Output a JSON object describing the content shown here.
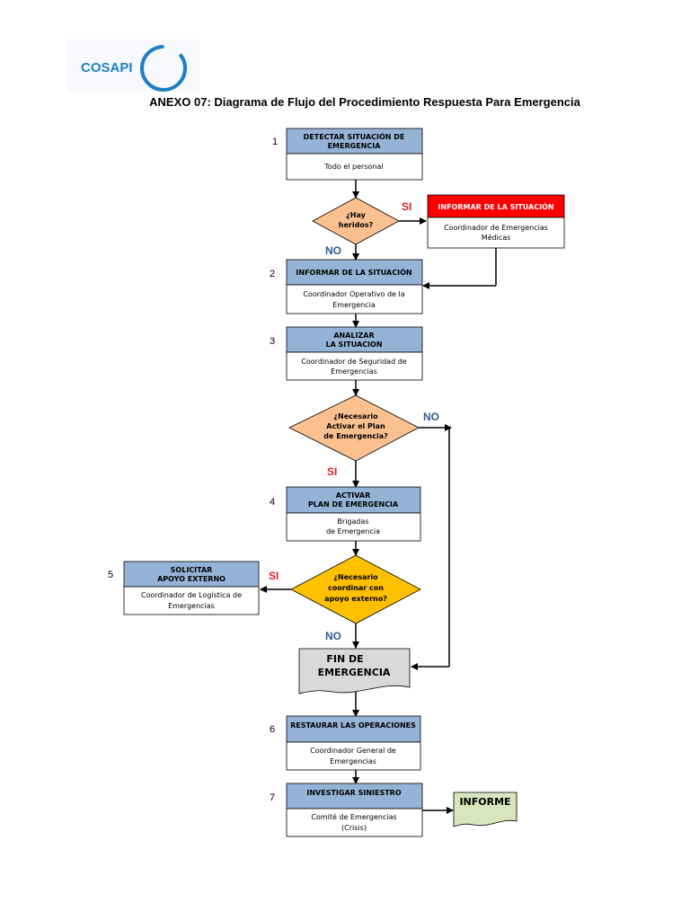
{
  "logo": {
    "text": "COSAPI",
    "ring_color": "#1e7fc4"
  },
  "title": "ANEXO 07: Diagrama de Flujo del Procedimiento Respuesta Para Emergencia",
  "colors": {
    "header_blue": "#95b3d7",
    "header_red": "#ff0000",
    "diamond_orange": "#fac090",
    "diamond_yellow": "#ffc000",
    "doc_gray": "#d9d9d9",
    "doc_green": "#d7e4bc",
    "si_red": "#e02020",
    "no_blue": "#2f5a8f"
  },
  "steps": {
    "s1": {
      "num": "1",
      "header": [
        "DETECTAR SITUACIÓN DE",
        "EMERGENCIA"
      ],
      "body": [
        "Todo el personal"
      ]
    },
    "informar_med": {
      "header": [
        "INFORMAR DE LA SITUACIÓN"
      ],
      "body": [
        "Coordinador de Emergencias",
        "Médicas"
      ]
    },
    "s2": {
      "num": "2",
      "header": [
        "INFORMAR DE LA SITUACIÓN"
      ],
      "body": [
        "Coordinador Operativo de la",
        "Emergencia"
      ]
    },
    "s3": {
      "num": "3",
      "header": [
        "ANALIZAR",
        "LA SITUACION"
      ],
      "body": [
        "Coordinador de Seguridad de",
        "Emergencias"
      ]
    },
    "s4": {
      "num": "4",
      "header": [
        "ACTIVAR",
        "PLAN DE EMERGENCIA"
      ],
      "body": [
        "Brigadas",
        "de Emergencia"
      ]
    },
    "s5": {
      "num": "5",
      "header": [
        "SOLICITAR",
        "APOYO EXTERNO"
      ],
      "body": [
        "Coordinador de Logística de",
        "Emergencias"
      ]
    },
    "s6": {
      "num": "6",
      "header": [
        "RESTAURAR LAS OPERACIONES"
      ],
      "body": [
        "Coordinador General de",
        "Emergencias"
      ]
    },
    "s7": {
      "num": "7",
      "header": [
        "INVESTIGAR SINIESTRO"
      ],
      "body": [
        "Comité de Emergencias",
        "(Crisis)"
      ]
    }
  },
  "decisions": {
    "d1": [
      "¿Hay",
      "heridos?"
    ],
    "d2": [
      "¿Necesario",
      "Activar el Plan",
      "de Emergencia?"
    ],
    "d3": [
      "¿Necesario",
      "coordinar con",
      "apoyo externo?"
    ]
  },
  "labels": {
    "si": "SI",
    "no": "NO"
  },
  "docs": {
    "fin": [
      "FIN DE",
      "EMERGENCIA"
    ],
    "informe": [
      "INFORME"
    ]
  }
}
